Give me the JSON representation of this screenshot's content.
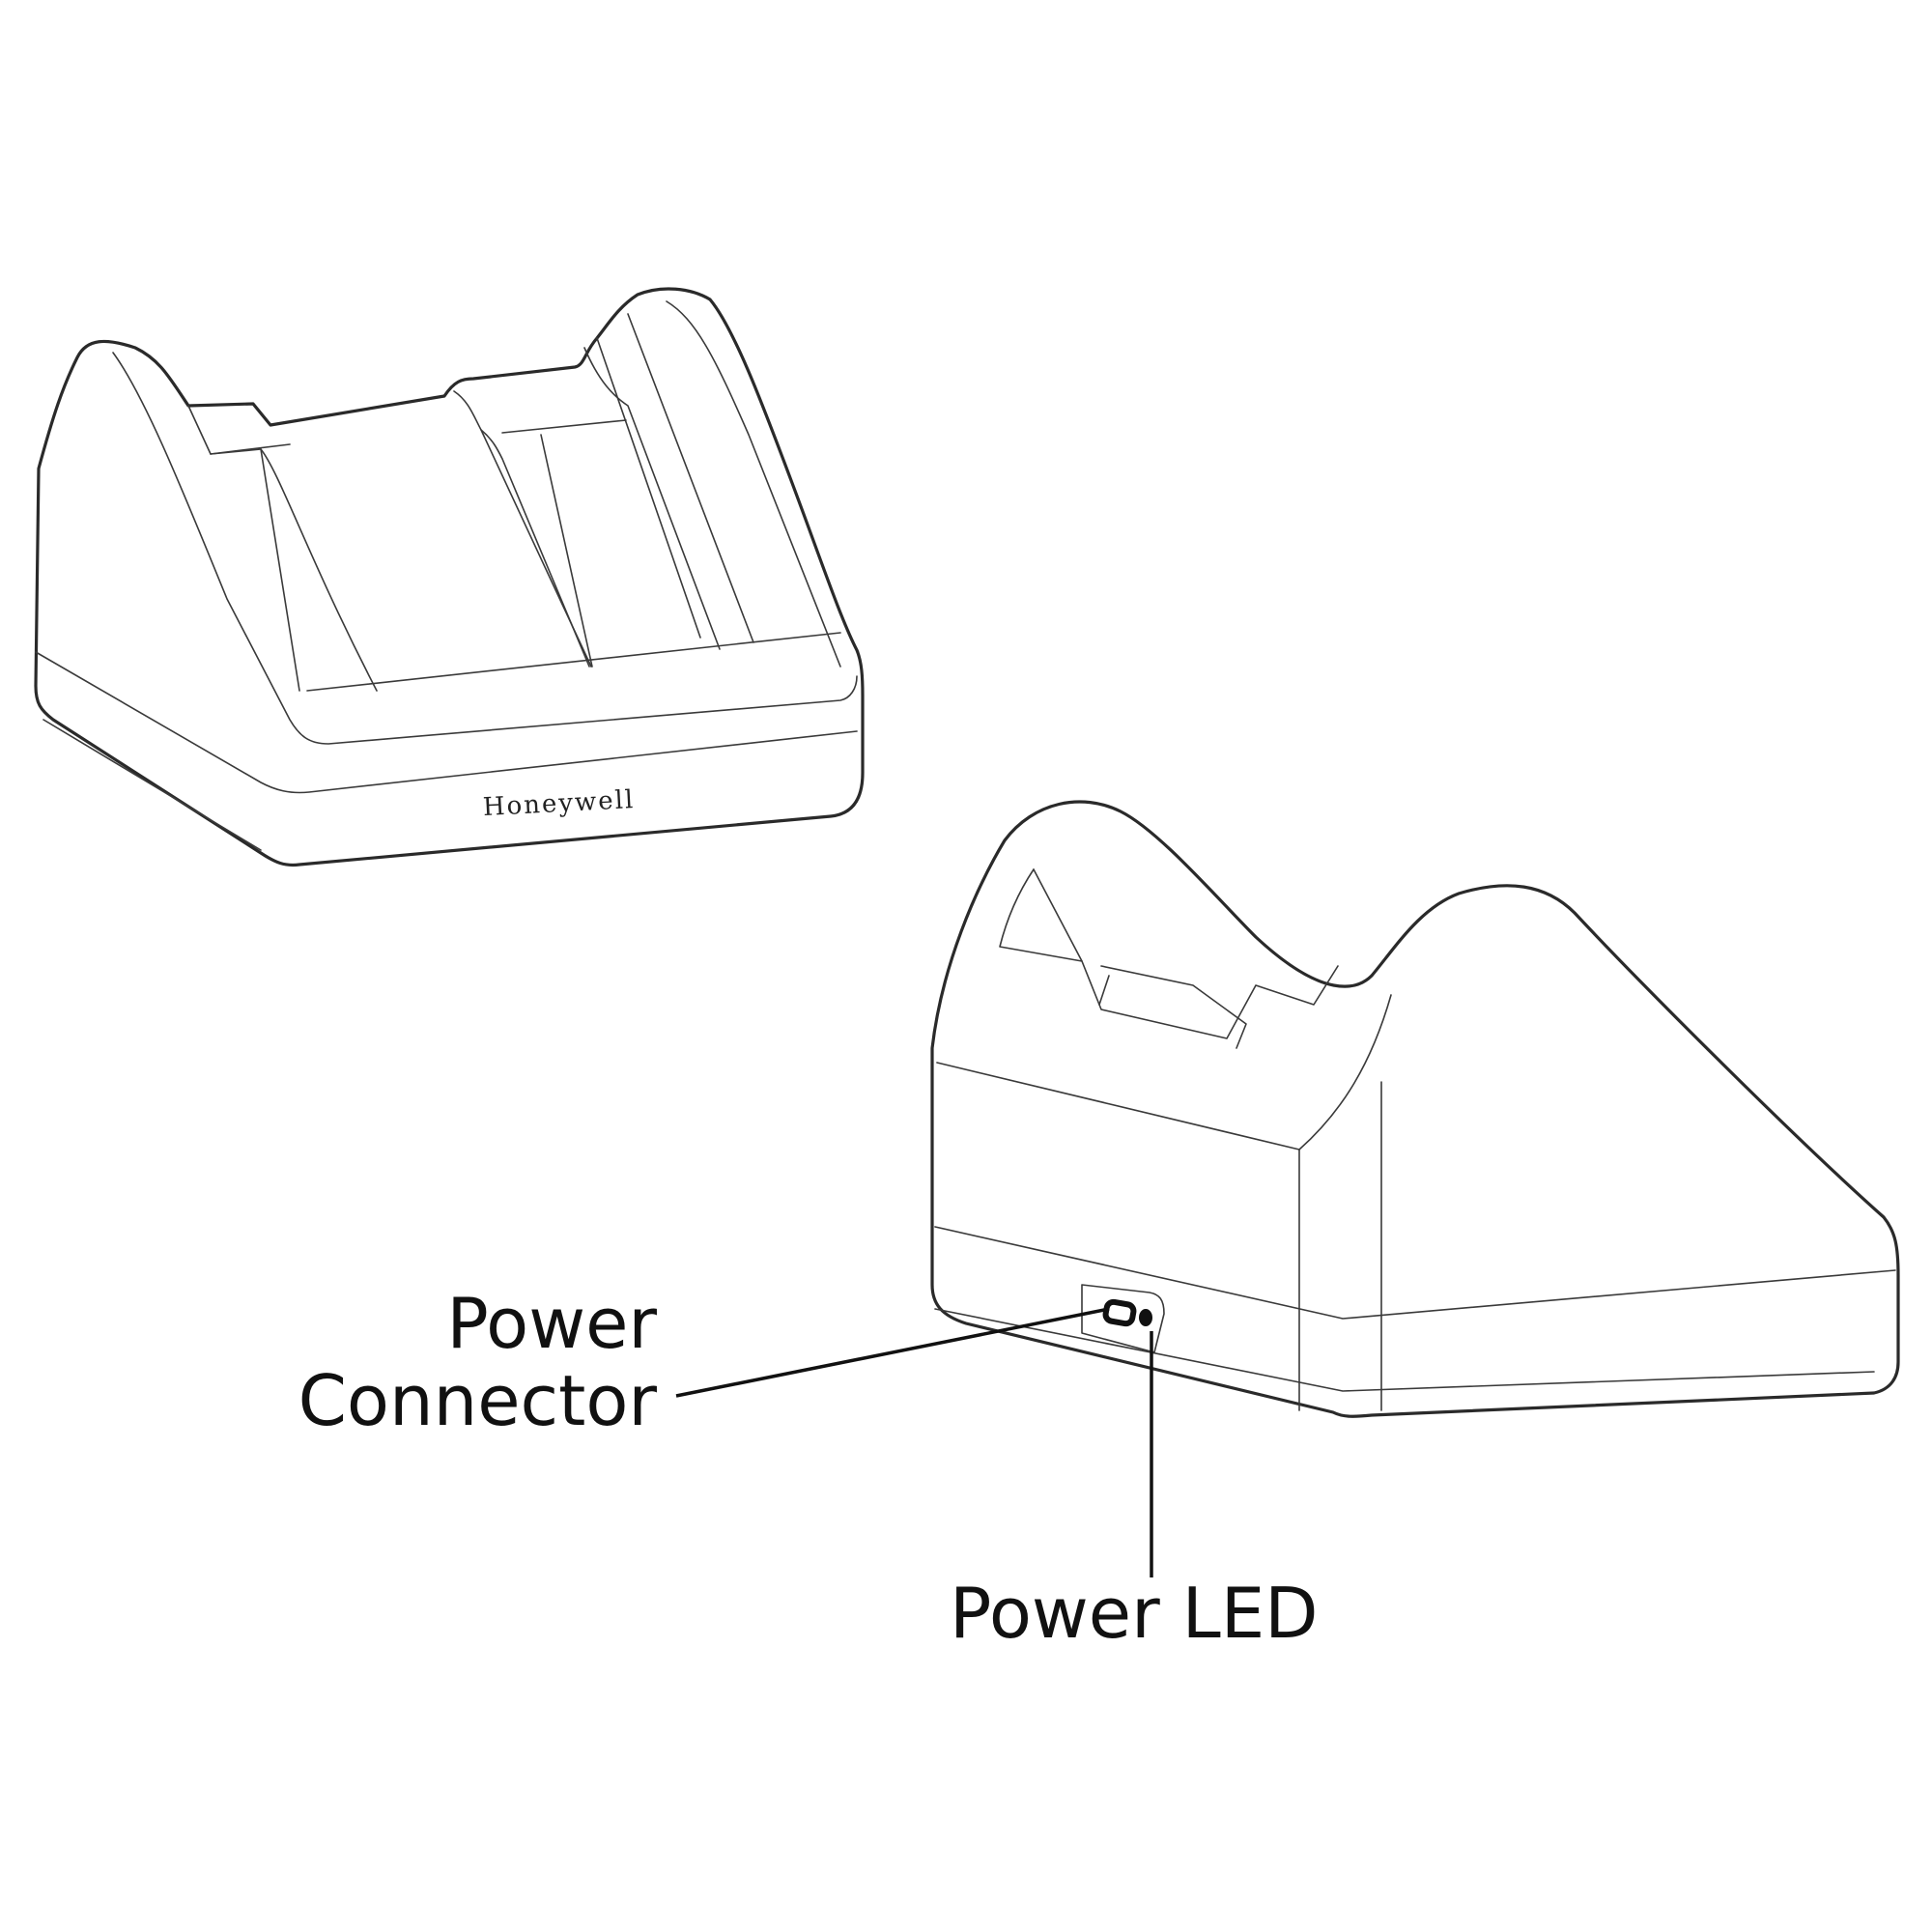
{
  "diagram": {
    "subject": "Charging cradle (front and rear views)",
    "front_view": {
      "brand_label": "Honeywell"
    },
    "rear_view": {
      "ports": [
        {
          "id": "power-connector",
          "icon": "usb-port-icon"
        },
        {
          "id": "power-led",
          "icon": "led-dot-icon"
        }
      ]
    },
    "callouts": [
      {
        "id": "power-connector",
        "lines": [
          "Power",
          "Connector"
        ]
      },
      {
        "id": "power-led",
        "lines": [
          "Power LED"
        ]
      }
    ],
    "colors": {
      "line": "#2a2a2a",
      "background": "#ffffff",
      "text": "#111111"
    }
  }
}
